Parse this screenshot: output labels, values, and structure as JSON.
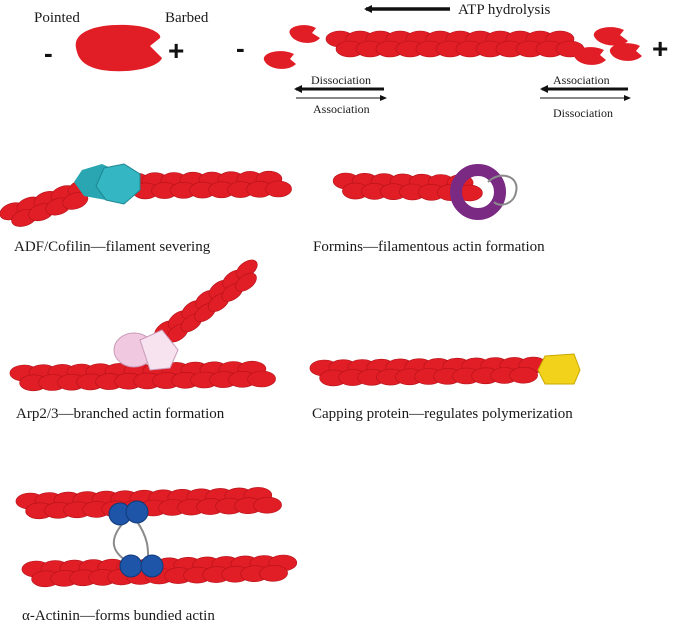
{
  "top": {
    "pointed_label": "Pointed",
    "barbed_label": "Barbed",
    "minus_sign": "-",
    "plus_sign": "+",
    "atp_label": "ATP hydrolysis",
    "left_arrows": {
      "top_label": "Dissociation",
      "bottom_label": "Association"
    },
    "right_arrows": {
      "top_label": "Association",
      "bottom_label": "Dissociation"
    }
  },
  "panels": {
    "cofilin": "ADF/Cofilin—filament severing",
    "formin": "Formins—filamentous actin formation",
    "arp": "Arp2/3—branched actin formation",
    "capping": "Capping protein—regulates polymerization",
    "actinin": "α-Actinin—forms bundied actin"
  },
  "colors": {
    "actin": "#e11d25",
    "actin_dark": "#b4121a",
    "cofilin": "#2aa6b3",
    "formin": "#7a2a83",
    "arp": "#f0c8df",
    "capping": "#f2d21a",
    "actinin": "#1f55a8"
  }
}
